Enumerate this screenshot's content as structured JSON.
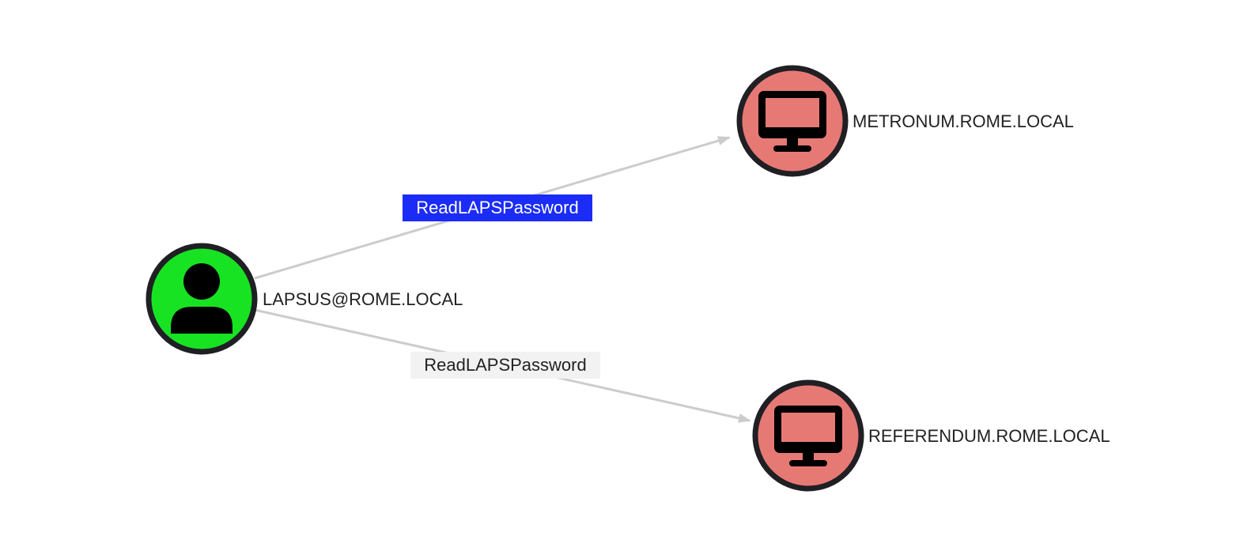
{
  "colors": {
    "background": "#ffffff",
    "edge_line": "#cccccc",
    "node_border": "#1f1f24",
    "user_node_fill": "#17e323",
    "computer_node_fill": "#e77975",
    "icon": "#000000",
    "edge_label_selected_bg": "#1b2cf7",
    "edge_label_selected_text": "#ffffff",
    "edge_label_bg": "#f2f2f2",
    "edge_label_text": "#222222",
    "node_label_text": "#222222"
  },
  "nodes": [
    {
      "id": "user",
      "label": "LAPSUS@ROME.LOCAL",
      "icon": "user-icon",
      "type": "user"
    },
    {
      "id": "metronum",
      "label": "METRONUM.ROME.LOCAL",
      "icon": "computer-icon",
      "type": "computer"
    },
    {
      "id": "referendum",
      "label": "REFERENDUM.ROME.LOCAL",
      "icon": "computer-icon",
      "type": "computer"
    }
  ],
  "edges": [
    {
      "from": "user",
      "to": "metronum",
      "label": "ReadLAPSPassword",
      "selected": true
    },
    {
      "from": "user",
      "to": "referendum",
      "label": "ReadLAPSPassword",
      "selected": false
    }
  ]
}
